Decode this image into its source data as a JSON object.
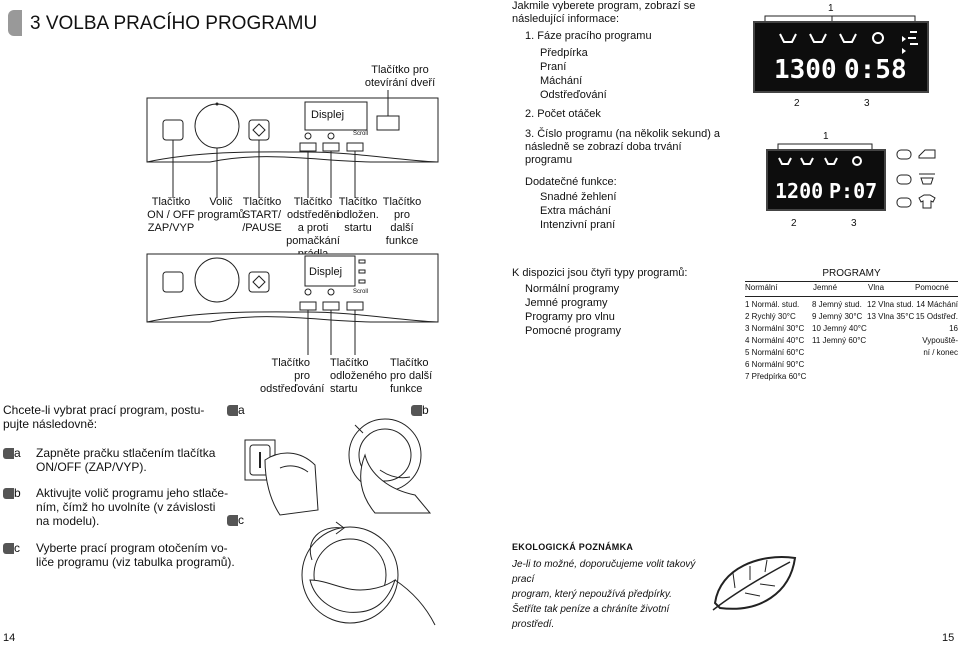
{
  "page": {
    "section_title": "3  VOLBA PRACÍHO PROGRAMU",
    "page_left": "14",
    "page_right": "15"
  },
  "panel_top": {
    "door_label": [
      "Tlačítko pro",
      "otevírání dveří"
    ],
    "display_label": "Displej",
    "small_text": "Scroll",
    "callouts": [
      [
        "Tlačítko",
        "ON / OFF",
        "ZAP/VYP"
      ],
      [
        "Volič",
        "programů"
      ],
      [
        "Tlačítko",
        "START/",
        "/PAUSE"
      ],
      [
        "Tlačítko",
        "odstředění",
        "a proti",
        "pomačkání",
        "prádla"
      ],
      [
        "Tlačítko",
        "odložen.",
        "startu"
      ],
      [
        "Tlačítko",
        "pro",
        "další",
        "funkce"
      ]
    ]
  },
  "panel_bottom": {
    "display_label": "Displej",
    "small_text": "Scroll",
    "callouts": [
      [
        "Tlačítko",
        "pro",
        "odstřeďování"
      ],
      [
        "Tlačítko",
        "odloženého",
        "startu"
      ],
      [
        "Tlačítko",
        "pro další",
        "funkce"
      ]
    ]
  },
  "info": {
    "intro": [
      "Jakmile vyberete program, zobrazí se",
      "následující informace:"
    ],
    "item1": "1. Fáze pracího programu",
    "phases": [
      "Předpírka",
      "Praní",
      "Máchání",
      "Odstřeďování"
    ],
    "item2": "2. Počet otáček",
    "item3": [
      "3. Číslo programu (na několik sekund) a",
      "následně se zobrazí doba trvání",
      "programu"
    ],
    "extra_title": "Dodatečné funkce:",
    "extras": [
      "Snadné žehlení",
      "Extra máchání",
      "Intenzivní praní"
    ]
  },
  "display1": {
    "digits_left": "1300",
    "digits_right": "0:58",
    "marker_top": "1",
    "marker_2": "2",
    "marker_3": "3"
  },
  "display2": {
    "digits_left": "1200",
    "digits_right": "P:07",
    "marker_top": "1",
    "marker_2": "2",
    "marker_3": "3"
  },
  "types": {
    "title": "K dispozici jsou čtyři typy programů:",
    "list": [
      "Normální programy",
      "Jemné programy",
      "Programy pro vlnu",
      "Pomocné programy"
    ]
  },
  "programs_table": {
    "title": "PROGRAMY",
    "headers": [
      "Normální",
      "Jemné",
      "Vlna",
      "Pomocné"
    ],
    "columns": [
      [
        "1 Normál. stud.",
        "2 Rychlý 30°C",
        "3 Normální 30°C",
        "4 Normální 40°C",
        "5 Normální 60°C",
        "6 Normální 90°C",
        "7 Předpírka 60°C"
      ],
      [
        "8 Jemný stud.",
        "9 Jemný 30°C",
        "10 Jemný 40°C",
        "11 Jemný 60°C"
      ],
      [
        "12 Vlna stud.",
        "13 Vlna 35°C"
      ],
      [
        "14 Máchání",
        "15 Odstřeď.",
        "16 Vypouště-",
        "ní / konec"
      ]
    ]
  },
  "howto": {
    "intro": [
      "Chcete-li vybrat prací program, postu-",
      "pujte následovně:"
    ],
    "steps": [
      {
        "key": "a",
        "text": [
          "Zapněte pračku stlačením tlačítka",
          "ON/OFF (ZAP/VYP)."
        ]
      },
      {
        "key": "b",
        "text": [
          "Aktivujte volič programu jeho stlače-",
          "ním, čímž ho uvolníte (v závislosti",
          "na modelu)."
        ]
      },
      {
        "key": "c",
        "text": [
          "Vyberte prací program otočením vo-",
          "liče programu (viz tabulka programů)."
        ]
      }
    ],
    "figure_labels": [
      "a",
      "b",
      "c"
    ]
  },
  "eco": {
    "title": "EKOLOGICKÁ POZNÁMKA",
    "text": [
      "Je-li to možné, doporučujeme volit takový prací",
      "program, který nepoužívá předpírky.",
      "Šetříte tak peníze a chráníte životní",
      "prostředí."
    ]
  }
}
